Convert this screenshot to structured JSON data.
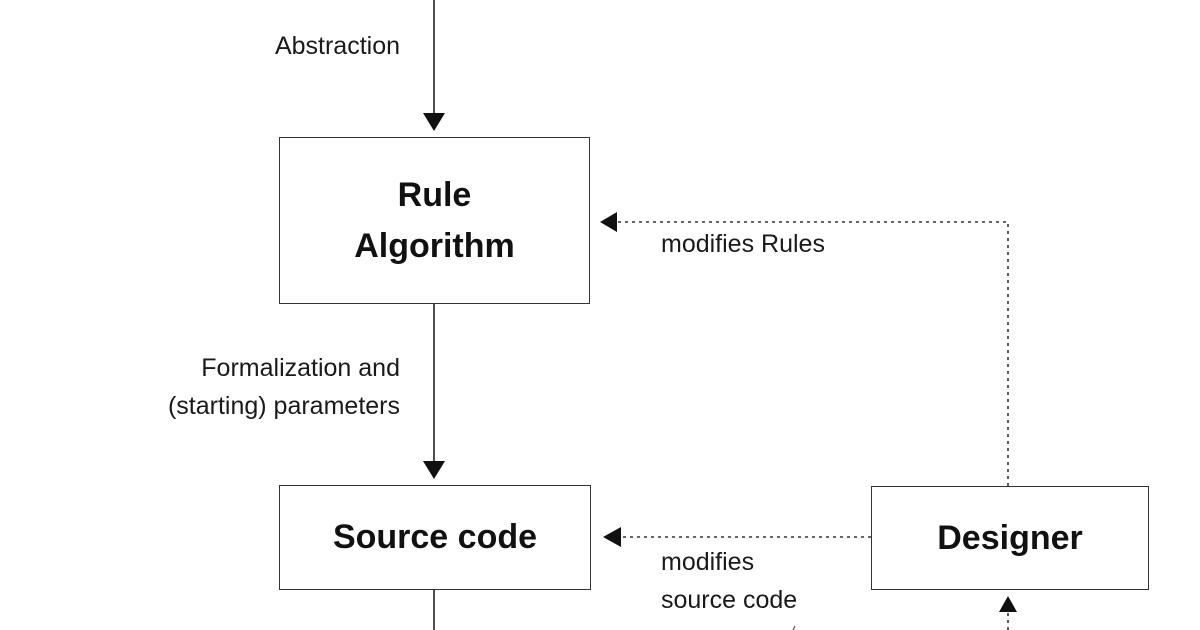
{
  "diagram": {
    "nodes": {
      "rule_algorithm": "Rule\nAlgorithm",
      "source_code": "Source code",
      "designer": "Designer"
    },
    "edges": {
      "abstraction": "Abstraction",
      "formalization": "Formalization and\n(starting) parameters",
      "modifies_rules": "modifies Rules",
      "modifies_source": "modifies\nsource code"
    },
    "colors": {
      "line": "#222222",
      "box_border": "#333333",
      "text": "#111111"
    }
  }
}
